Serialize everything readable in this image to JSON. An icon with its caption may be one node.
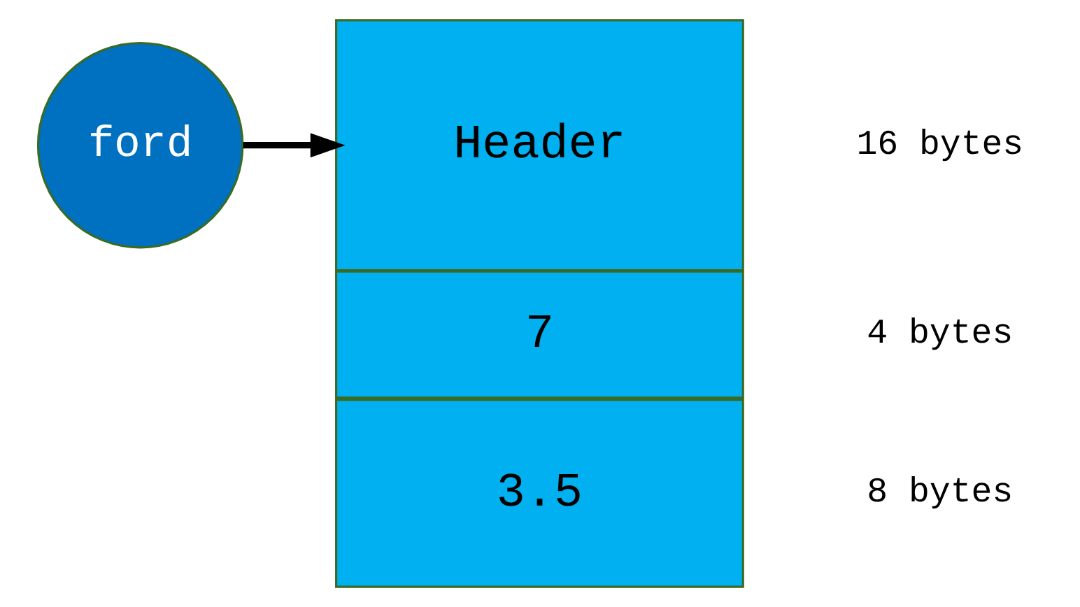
{
  "diagram": {
    "nodes": [
      {
        "text": [
          "ford"
        ]
      },
      {
        "text": [
          "Header"
        ]
      },
      {
        "text": [
          "7"
        ]
      },
      {
        "text": [
          "3.5"
        ]
      }
    ],
    "edges": [
      {
        "from": 0,
        "to": 1,
        "arrow": "to"
      }
    ],
    "labels": [
      "16 bytes",
      "4 bytes",
      "8 bytes"
    ]
  }
}
